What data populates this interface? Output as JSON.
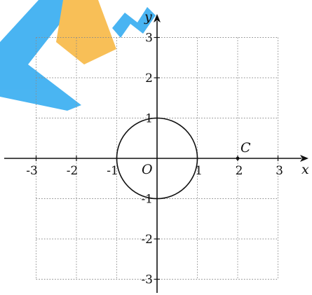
{
  "diagram": {
    "type": "coordinate-plane",
    "x_range": [
      -3,
      3
    ],
    "y_range": [
      -3,
      3
    ],
    "grid": true,
    "x_ticks": [
      "-3",
      "-2",
      "-1",
      "1",
      "2",
      "3"
    ],
    "y_ticks": [
      "3",
      "2",
      "1",
      "-1",
      "-2",
      "-3"
    ],
    "x_axis_label": "x",
    "y_axis_label": "y",
    "origin_label": "O",
    "circle": {
      "center": [
        0,
        0
      ],
      "radius": 1
    },
    "point": {
      "label": "C",
      "x": 2,
      "y": 0
    },
    "watermark_colors": {
      "blue": "#2aa8f0",
      "orange": "#f7b43a"
    }
  }
}
